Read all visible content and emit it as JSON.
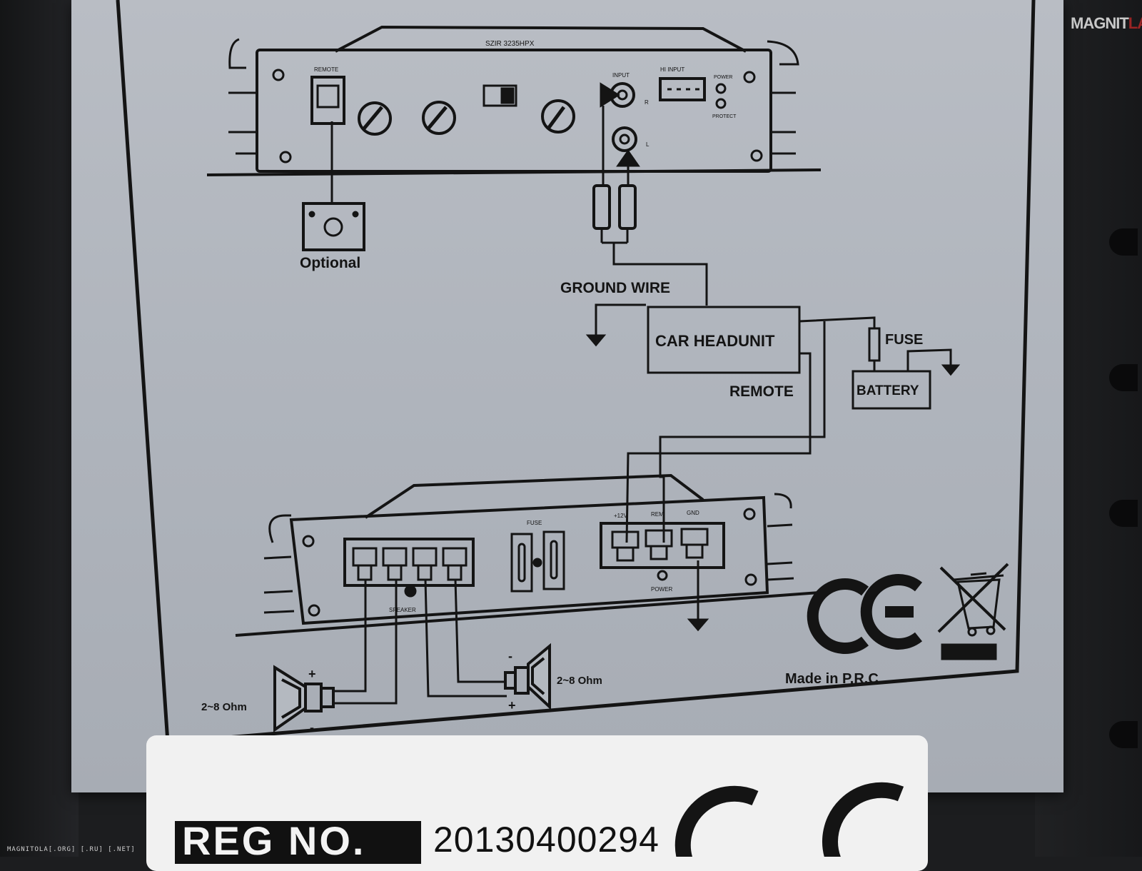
{
  "model": "SZIR 3235HPX",
  "top_amp": {
    "remote": "REMOTE",
    "input": "INPUT",
    "input_channels": [
      "R",
      "L"
    ],
    "hi_input": "HI INPUT",
    "power_led": "POWER",
    "protect_led": "PROTECT"
  },
  "optional_label": "Optional",
  "ground_wire_label": "GROUND WIRE",
  "headunit_label": "CAR HEADUNIT",
  "fuse_label": "FUSE",
  "remote_label": "REMOTE",
  "battery_label": "BATTERY",
  "bottom_amp": {
    "fuse": "FUSE",
    "power_terminals": [
      "+12V",
      "REM",
      "GND"
    ],
    "power": "POWER",
    "speaker": "SPEAKER"
  },
  "speaker_left": {
    "impedance": "2~8 Ohm",
    "plus": "+",
    "minus": "-"
  },
  "speaker_right": {
    "impedance": "2~8 Ohm",
    "plus": "+",
    "minus": "-"
  },
  "ce_mark": "CE",
  "made_in": "Made in P.R.C.",
  "reg_label": "REG NO.",
  "reg_number": "20130400294",
  "watermark": {
    "brand": "MAGNIT",
    "brand_end": "LA"
  },
  "footer": "MAGNITOLA[.ORG] [.RU] [.NET]",
  "colors": {
    "ink": "#141414",
    "label_bg": "#b4b9c0",
    "watermark": "#9a2424"
  }
}
